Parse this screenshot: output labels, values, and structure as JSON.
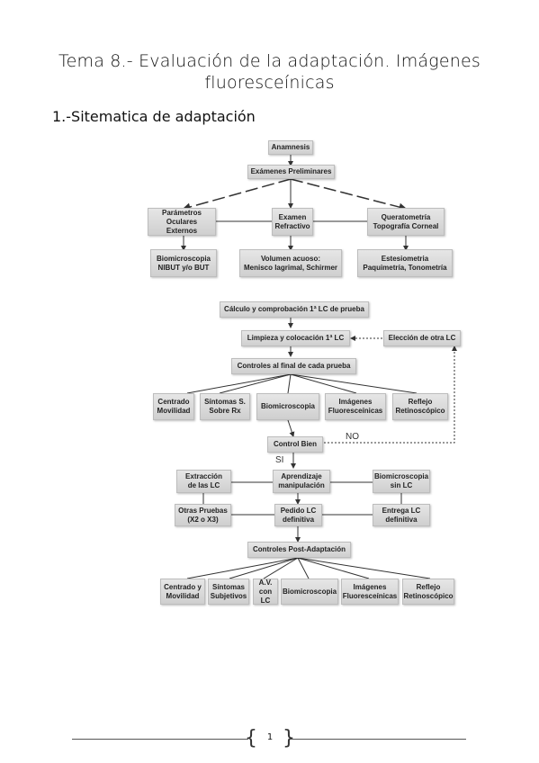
{
  "title_line1": "Tema 8.- Evaluación de la adaptación. Imágenes",
  "title_line2": "fluoresceínicas",
  "section_heading": "1.-Sitematica de adaptación",
  "flowchart": {
    "anamnesis": "Anamnesis",
    "examenes": "Exámenes Preliminares",
    "parametros": "Parámetros\nOculares Externos",
    "examen_refractivo": "Examen\nRefractivo",
    "queratometria": "Queratometría\nTopografía Corneal",
    "biomicroscopia_nibut": "Biomicroscopia\nNIBUT y/o BUT",
    "volumen": "Volumen acuoso:\nMenisco lagrimal, Schirmer",
    "estesiometria": "Estesiometria\nPaquimetría, Tonometría",
    "calculo": "Cálculo y comprobación 1ª LC de prueba",
    "limpieza": "Limpieza y colocación 1ª LC",
    "eleccion": "Elección de otra LC",
    "controles_final": "Controles al final de cada prueba",
    "centrado": "Centrado\nMovilidad",
    "sintomas_rx": "Síntomas S.\nSobre Rx",
    "biomicroscopia_1": "Biomicroscopia",
    "imagenes_1": "Imágenes\nFluoresceínicas",
    "reflejo_1": "Reflejo\nRetinoscópico",
    "control_bien": "Control Bien",
    "no_label": "NO",
    "si_label": "SI",
    "extraccion": "Extracción\nde las LC",
    "aprendizaje": "Aprendizaje\nmanipulación",
    "biomicroscopia_sin": "Biomicroscopia\nsin LC",
    "otras_pruebas": "Otras Pruebas\n(X2 o X3)",
    "pedido": "Pedido LC\ndefinitiva",
    "entrega": "Entrega LC\ndefinitiva",
    "controles_post": "Controles Post-Adaptación",
    "centrado_post": "Centrado y\nMovilidad",
    "sintomas_post": "Síntomas\nSubjetivos",
    "av_lc": "A.V.\ncon LC",
    "biomicroscopia_post": "Biomicroscopia",
    "imagenes_post": "Imágenes\nFluoresceínicas",
    "reflejo_post": "Reflejo\nRetinoscópico"
  },
  "page_number": "1"
}
